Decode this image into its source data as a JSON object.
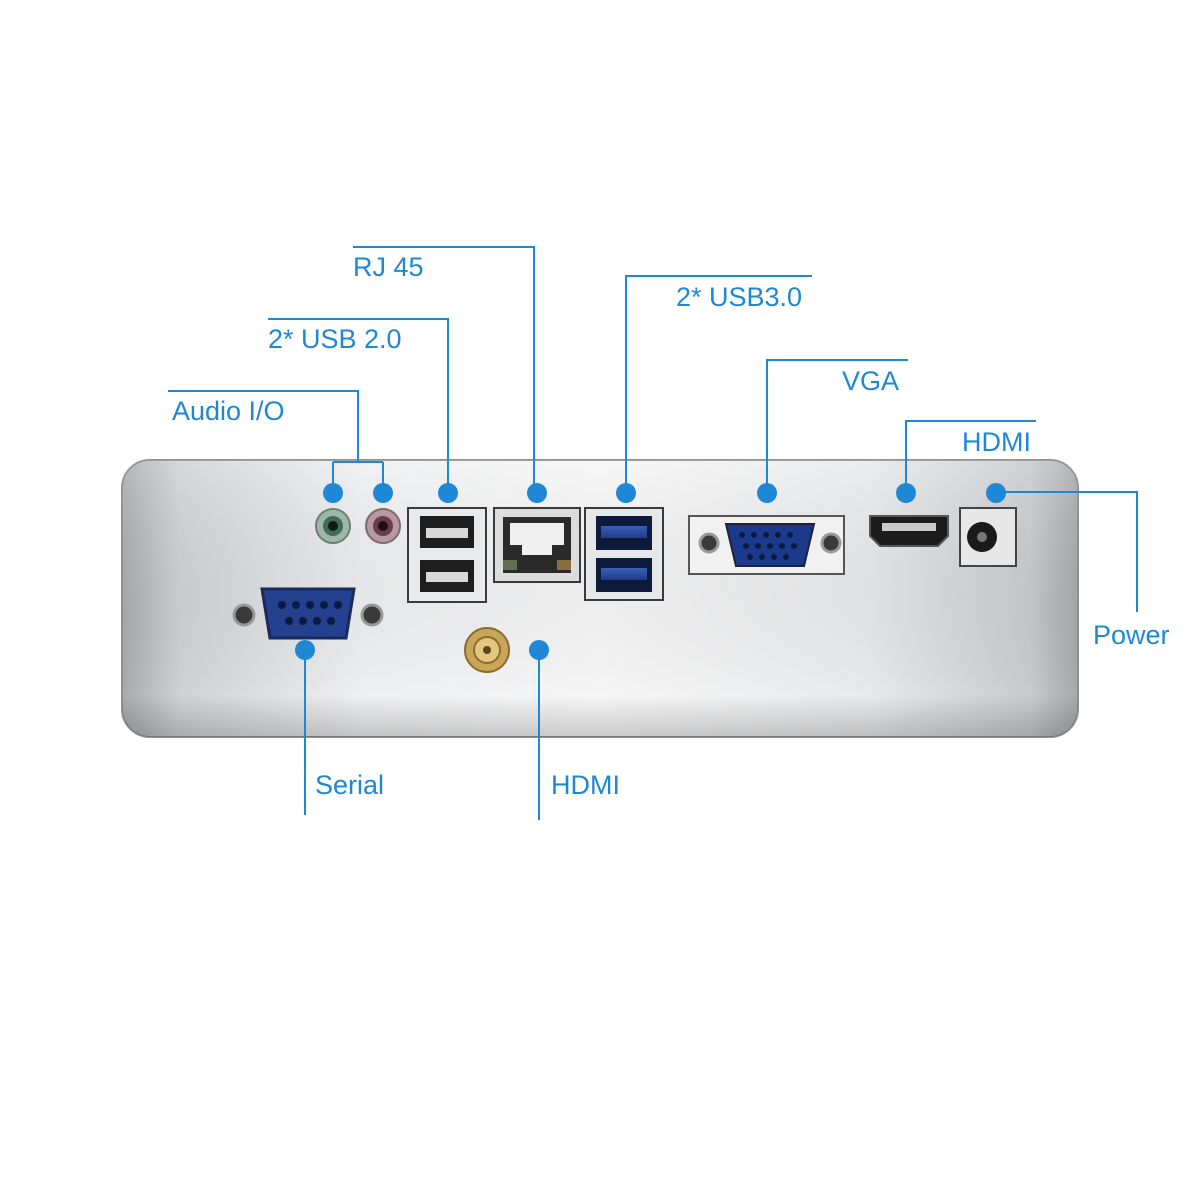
{
  "accent_color": "#1e88d6",
  "labels": {
    "rj45": "RJ 45",
    "usb20": "2* USB 2.0",
    "audio": "Audio I/O",
    "usb30": "2* USB3.0",
    "vga": "VGA",
    "hdmi_right": "HDMI",
    "power": "Power",
    "serial": "Serial",
    "hdmi_bottom": "HDMI"
  }
}
